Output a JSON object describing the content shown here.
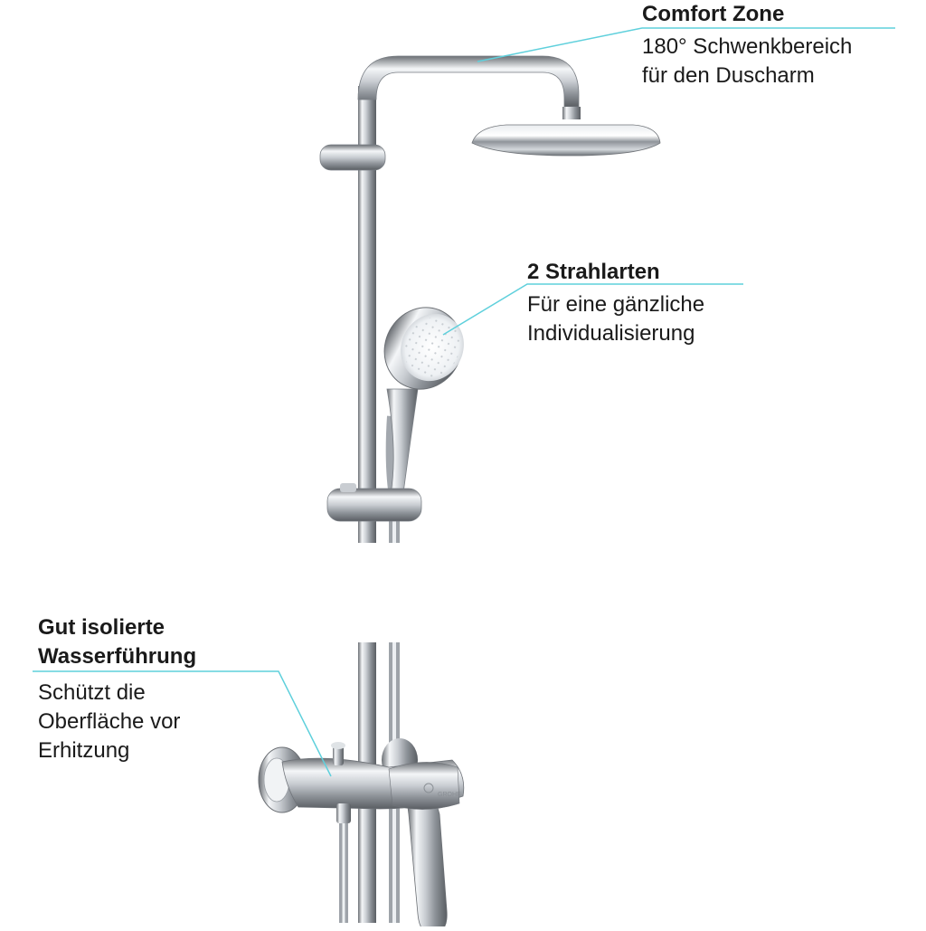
{
  "callouts": {
    "comfort_zone": {
      "title": "Comfort Zone",
      "lines": [
        "180° Schwenkbereich",
        "für den Duscharm"
      ]
    },
    "strahlarten": {
      "title": "2 Strahlarten",
      "lines": [
        "Für eine gänzliche",
        "Individualisierung"
      ]
    },
    "wasserfuehrung": {
      "title_lines": [
        "Gut isolierte",
        "Wasserführung"
      ],
      "lines": [
        "Schützt die",
        "Oberfläche vor",
        "Erhitzung"
      ]
    }
  },
  "product_logo": "GROHE",
  "colors": {
    "leader_line": "#5fd0dc",
    "chrome_dark": "#6b6f74",
    "chrome_light": "#f4f6f8",
    "text": "#1a1a1a",
    "handle_accent": "#2b8fd6"
  }
}
